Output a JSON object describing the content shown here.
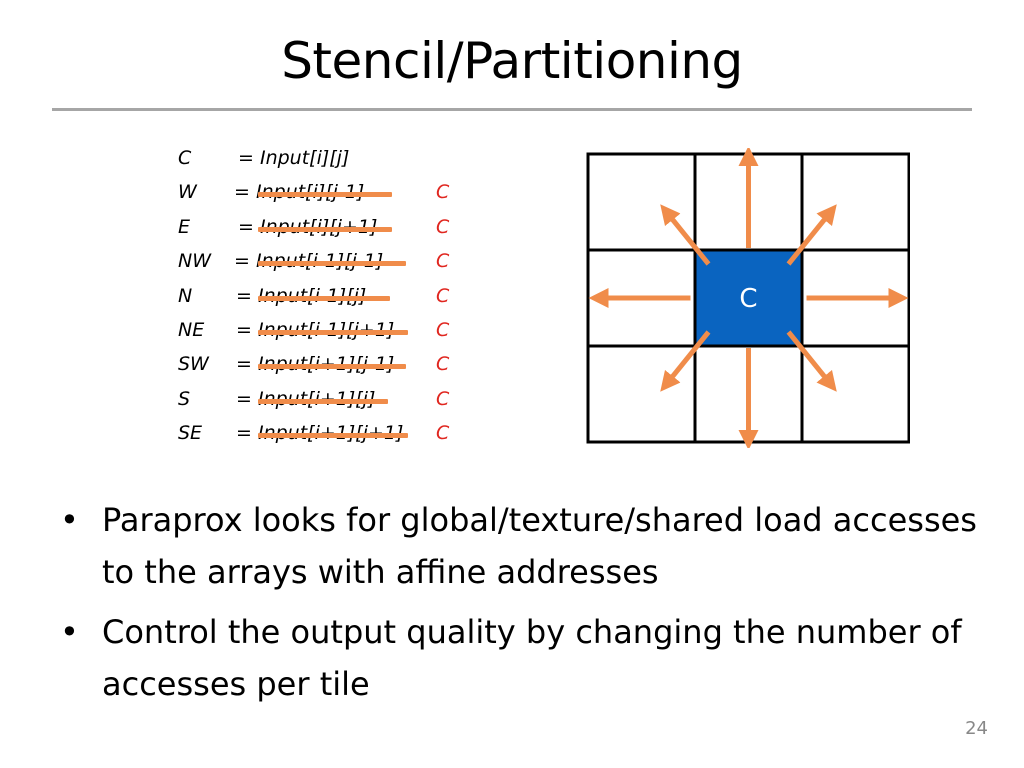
{
  "slide": {
    "title": "Stencil/Partitioning",
    "page_number": "24"
  },
  "code_lines": [
    {
      "var": "C",
      "expr": "= Input[i][j]",
      "mark": "",
      "struck": false
    },
    {
      "var": "W",
      "expr": "= Input[i][j-1]",
      "mark": "C",
      "struck": true
    },
    {
      "var": "E",
      "expr": "= Input[i][j+1]",
      "mark": "C",
      "struck": true
    },
    {
      "var": "NW",
      "expr": "= Input[i-1][j-1]",
      "mark": "C",
      "struck": true
    },
    {
      "var": "N",
      "expr": "= Input[i-1][j]",
      "mark": "C",
      "struck": true
    },
    {
      "var": "NE",
      "expr": "= Input[i-1][j+1]",
      "mark": "C",
      "struck": true
    },
    {
      "var": "SW",
      "expr": "= Input[i+1][j-1]",
      "mark": "C",
      "struck": true
    },
    {
      "var": "S",
      "expr": "= Input[i+1][j]",
      "mark": "C",
      "struck": true
    },
    {
      "var": "SE",
      "expr": "= Input[i+1][j+1]",
      "mark": "C",
      "struck": true
    }
  ],
  "diagram": {
    "center_label": "C",
    "center_color": "#0a64c0",
    "arrow_color": "#f08c4a"
  },
  "bullets": [
    "Paraprox looks for global/texture/shared load accesses to the arrays with affine addresses",
    "Control the output quality by changing the number of accesses per tile"
  ],
  "bullet_symbol": "•",
  "colors": {
    "strike": "#f08c4a",
    "mark": "#e0261f",
    "rule": "#a6a6a6"
  }
}
